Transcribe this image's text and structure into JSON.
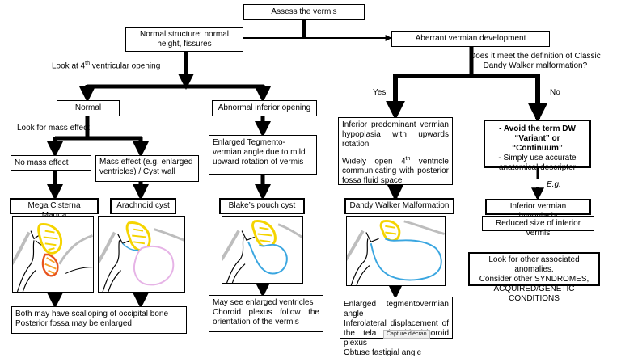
{
  "nodes": {
    "assess": "Assess the vermis",
    "normal_structure": "Normal structure: normal height, fissures",
    "aberrant": "Aberrant vermian development",
    "normal": "Normal",
    "abnormal_inferior": "Abnormal inferior opening",
    "no_mass": "No mass effect",
    "mass_effect": "Mass effect (e.g. enlarged ventricles) / Cyst wall",
    "enlarged_tegmento": "Enlarged Tegmento-vermian angle due to mild upward rotation of vermis",
    "inferior_predominant": "Inferior predominant vermian hypoplasia with upwards rotation",
    "widely_open_pre": "Widely open 4",
    "widely_open_sup": "th",
    "widely_open_post": " ventricle communicating with posterior fossa fluid space",
    "avoid_line1": "- Avoid the term DW",
    "avoid_line2": "“Variant” or “Continuum”",
    "avoid_line3": "- Simply use accurate anatomical descriptor",
    "mega_cisterna": "Mega Cisterna Magna",
    "arachnoid": "Arachnoid cyst",
    "blakes": "Blake’s pouch cyst",
    "dandy_walker": "Dandy Walker Malformation",
    "inferior_hypoplasia": "Inferior vermian hypoplasia",
    "reduced_size": "Reduced size of inferior vermis",
    "look_other_1": "Look for other associated anomalies.",
    "look_other_2": "Consider other SYNDROMES,",
    "look_other_3": "ACQUIRED/GENETIC CONDITIONS",
    "both_may_1": "Both may have scalloping of occipital bone",
    "both_may_2": "Posterior fossa may be enlarged",
    "may_see_1": "May see enlarged ventricles",
    "may_see_2": "Choroid plexus follow the orientation of the vermis",
    "dw_note_1": "Enlarged tegmentovermian angle",
    "dw_note_2": "Inferolateral displacement of the tela choroidea/choroid plexus",
    "dw_note_3": "Obtuse fastigial angle"
  },
  "labels": {
    "look_4th_pre": "Look at 4",
    "look_4th_sup": "th",
    "look_4th_post": " ventricular opening",
    "question_1": "Does it meet the definition of Classic",
    "question_2": "Dandy Walker malformation?",
    "yes": "Yes",
    "no": "No",
    "look_mass": "Look for mass effect",
    "eg": "E.g."
  },
  "tooltip": "Capture d'écran",
  "colors": {
    "vermis": "#f5d400",
    "cyst_blue": "#3aa6e0",
    "cyst_pink": "#e6b3e6",
    "mega_red": "#e8541e",
    "mega_orange": "#f6a22a",
    "bone_gray": "#b3b3b3"
  }
}
